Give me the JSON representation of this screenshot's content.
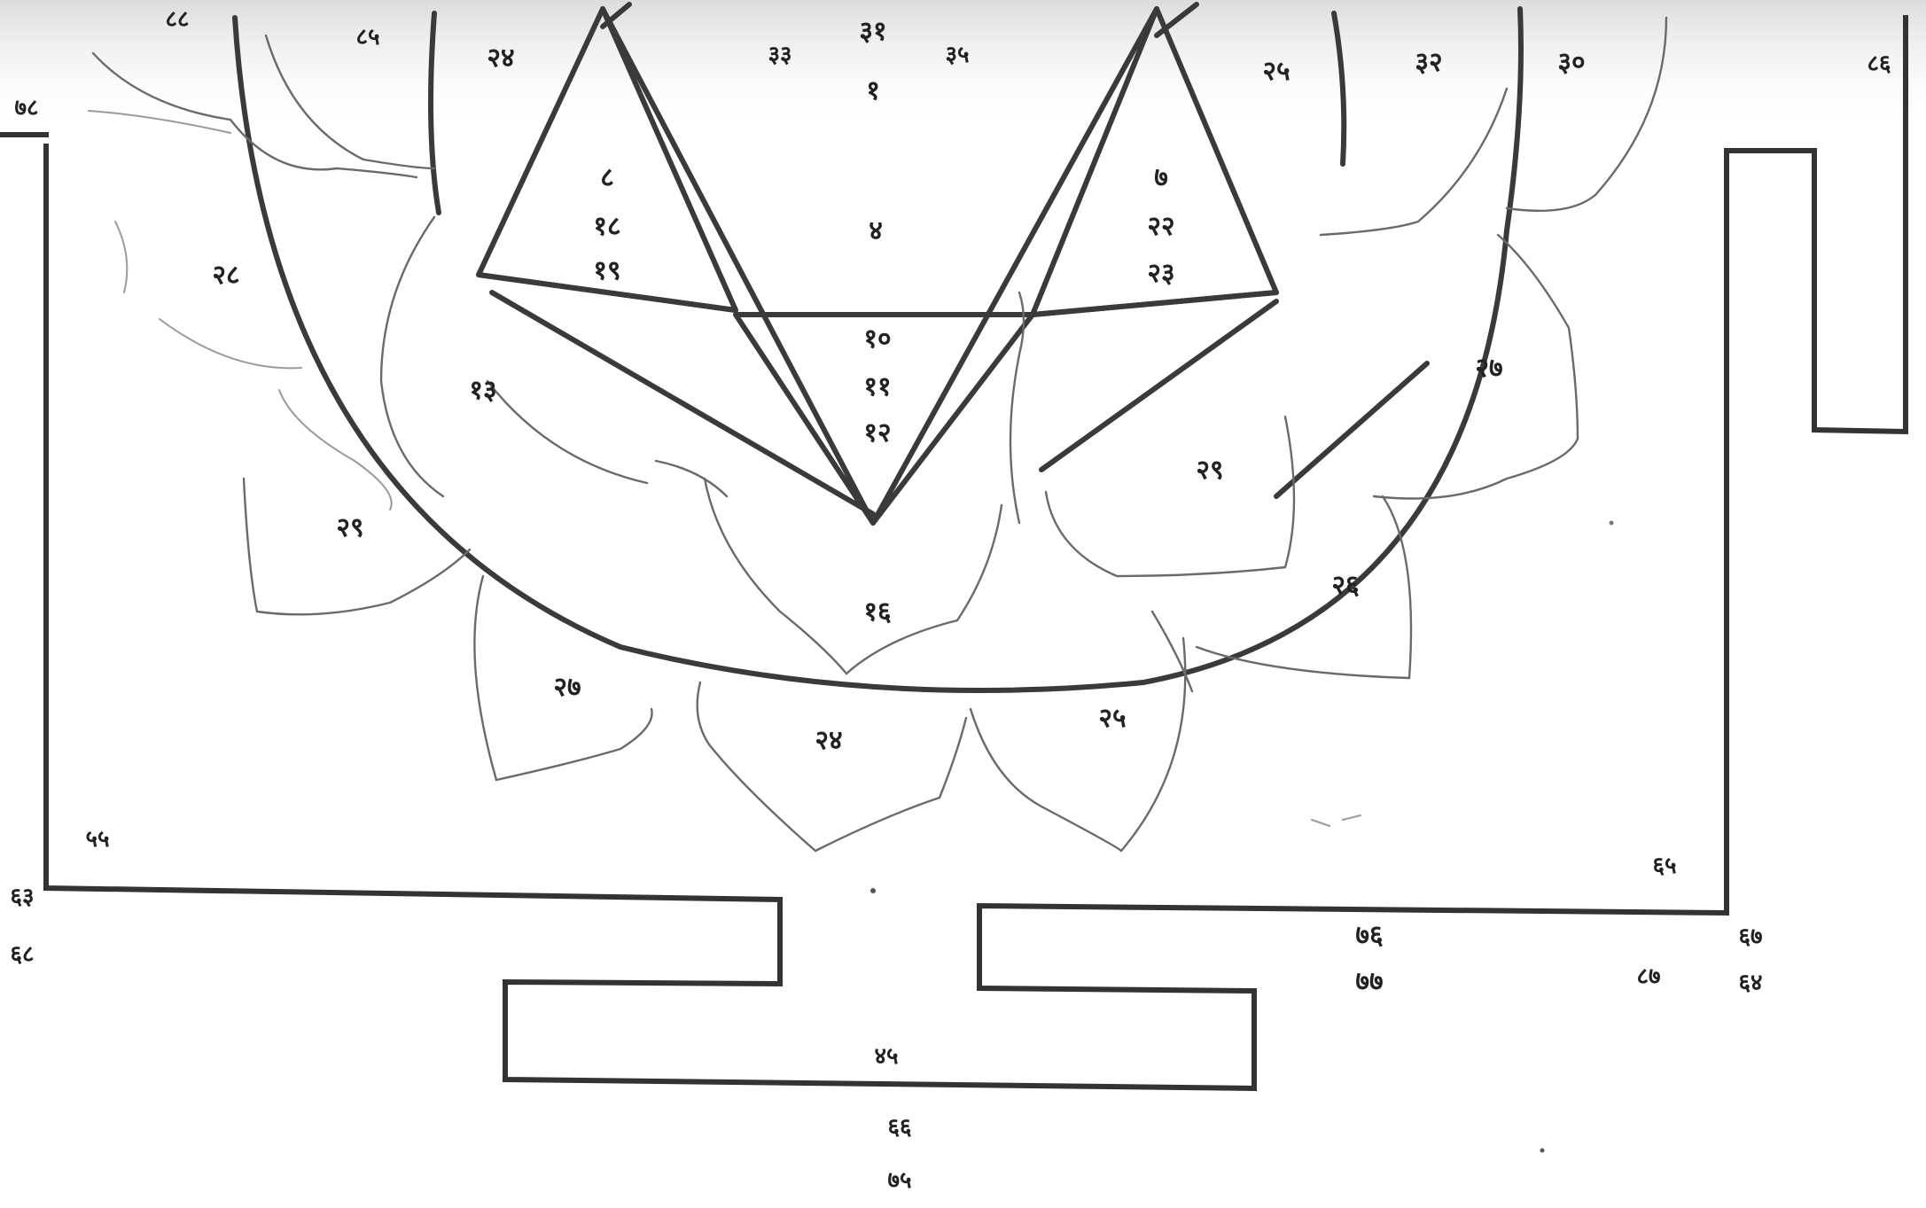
{
  "diagram": {
    "numerals": {
      "n1": "१",
      "n4": "४",
      "n7": "७",
      "n8": "८",
      "n10": "१०",
      "n11": "११",
      "n12": "१२",
      "n13": "१३",
      "n16": "१६",
      "n18": "१८",
      "n19": "१९",
      "n22": "२२",
      "n23": "२३",
      "n24": "२४",
      "n24b": "२४",
      "n25": "२५",
      "n25b": "२५",
      "n26": "२६",
      "n27": "२७",
      "n28": "२८",
      "n29": "२९",
      "n30": "३०",
      "n31": "३१",
      "n32": "३२",
      "n33": "३३",
      "n35": "३५",
      "n45": "४५",
      "n55": "५५",
      "n63": "६३",
      "n64": "६४",
      "n65": "६५",
      "n66": "६६",
      "n67": "६७",
      "n68": "६८",
      "n75": "७५",
      "n76": "७६",
      "n77": "७७",
      "n78": "७८",
      "n85": "८५",
      "n86": "८६",
      "n87": "८७",
      "n88": "८८"
    }
  }
}
